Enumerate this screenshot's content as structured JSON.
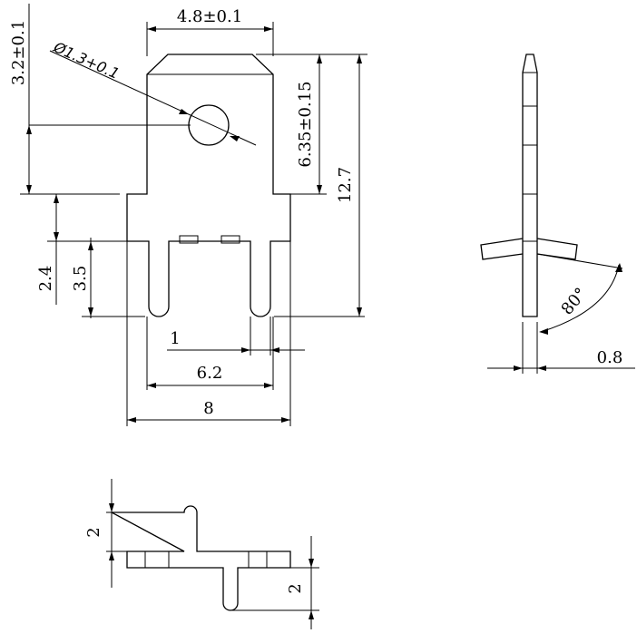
{
  "front_view": {
    "dims": {
      "top_width": "4.8±0.1",
      "hole": "Ø1.3+0.1",
      "tab_top_height": "3.2±0.1",
      "tab_right_height": "6.35±0.15",
      "overall_height": "12.7",
      "shoulder_height": "2.4",
      "slot_depth": "3.5",
      "gap": "1",
      "inner_width": "6.2",
      "overall_width": "8"
    }
  },
  "side_view": {
    "dims": {
      "angle": "80°",
      "thickness": "0.8"
    }
  },
  "bottom_view": {
    "dims": {
      "left_height": "2",
      "right_height": "2"
    }
  }
}
